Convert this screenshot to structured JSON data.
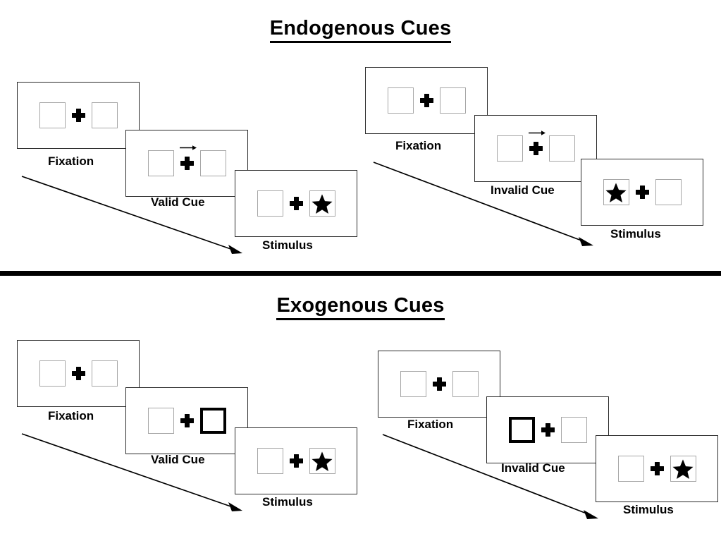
{
  "figure": {
    "sections": [
      {
        "id": "endogenous",
        "title": "Endogenous Cues",
        "sequences": [
          {
            "id": "endogenous-valid",
            "frames": [
              {
                "label": "Fixation",
                "cue_type": "none",
                "arrow_direction": "",
                "left_box": "empty",
                "right_box": "empty"
              },
              {
                "label": "Valid Cue",
                "cue_type": "arrow",
                "arrow_direction": "right",
                "left_box": "empty",
                "right_box": "empty"
              },
              {
                "label": "Stimulus",
                "cue_type": "none",
                "arrow_direction": "",
                "left_box": "empty",
                "right_box": "star"
              }
            ]
          },
          {
            "id": "endogenous-invalid",
            "frames": [
              {
                "label": "Fixation",
                "cue_type": "none",
                "arrow_direction": "",
                "left_box": "empty",
                "right_box": "empty"
              },
              {
                "label": "Invalid Cue",
                "cue_type": "arrow",
                "arrow_direction": "right",
                "left_box": "empty",
                "right_box": "empty"
              },
              {
                "label": "Stimulus",
                "cue_type": "none",
                "arrow_direction": "",
                "left_box": "star",
                "right_box": "empty"
              }
            ]
          }
        ]
      },
      {
        "id": "exogenous",
        "title": "Exogenous Cues",
        "sequences": [
          {
            "id": "exogenous-valid",
            "frames": [
              {
                "label": "Fixation",
                "cue_type": "none",
                "arrow_direction": "",
                "left_box": "empty",
                "right_box": "empty"
              },
              {
                "label": "Valid Cue",
                "cue_type": "highlight",
                "arrow_direction": "",
                "left_box": "empty",
                "right_box": "cued"
              },
              {
                "label": "Stimulus",
                "cue_type": "none",
                "arrow_direction": "",
                "left_box": "empty",
                "right_box": "star"
              }
            ]
          },
          {
            "id": "exogenous-invalid",
            "frames": [
              {
                "label": "Fixation",
                "cue_type": "none",
                "arrow_direction": "",
                "left_box": "empty",
                "right_box": "empty"
              },
              {
                "label": "Invalid Cue",
                "cue_type": "highlight",
                "arrow_direction": "",
                "left_box": "cued",
                "right_box": "empty"
              },
              {
                "label": "Stimulus",
                "cue_type": "none",
                "arrow_direction": "",
                "left_box": "empty",
                "right_box": "star"
              }
            ]
          }
        ]
      }
    ],
    "colors": {
      "background": "#ffffff",
      "foreground": "#000000",
      "panel_border": "#2b2b2b",
      "box_border": "#a6a6a6",
      "cued_box_border": "#000000",
      "divider": "#000000"
    }
  }
}
